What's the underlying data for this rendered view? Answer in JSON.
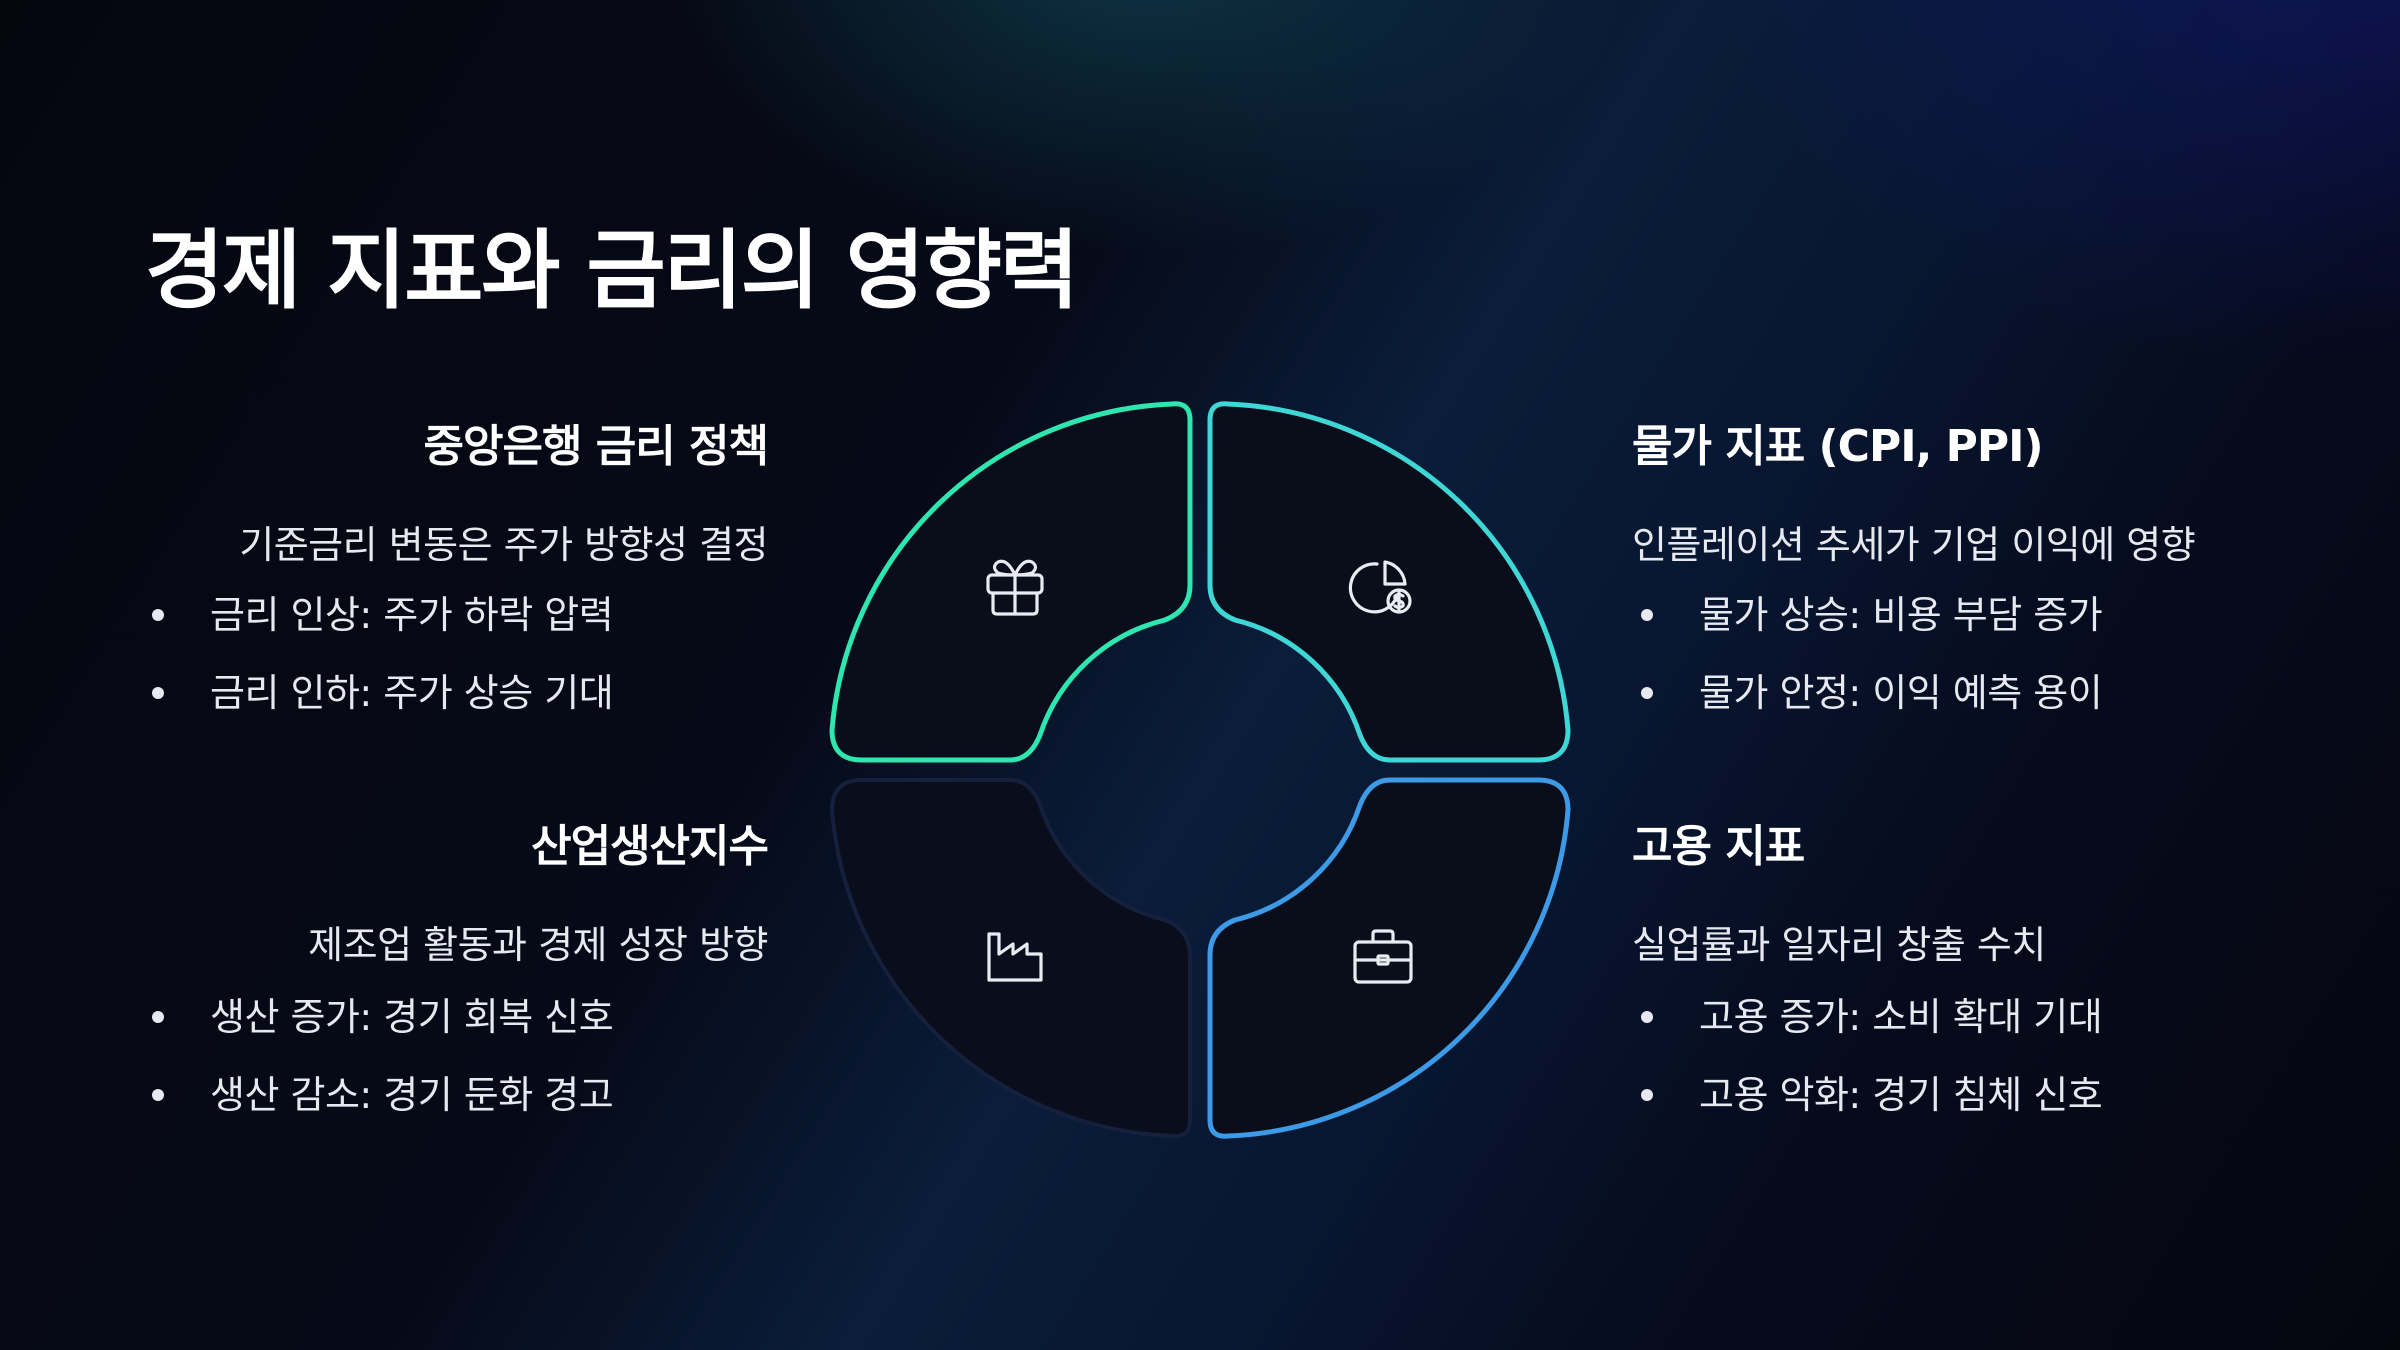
{
  "title": "경제 지표와 금리의 영향력",
  "sections": {
    "top_left": {
      "heading": "중앙은행 금리 정책",
      "desc": "기준금리 변동은 주가 방향성 결정",
      "bullets": [
        "금리 인상: 주가 하락 압력",
        "금리 인하: 주가 상승 기대"
      ]
    },
    "top_right": {
      "heading": "물가 지표 (CPI, PPI)",
      "desc": "인플레이션 추세가 기업 이익에 영향",
      "bullets": [
        "물가 상승: 비용 부담 증가",
        "물가 안정: 이익 예측 용이"
      ]
    },
    "bottom_left": {
      "heading": "산업생산지수",
      "desc": "제조업 활동과 경제 성장 방향",
      "bullets": [
        "생산 증가: 경기 회복 신호",
        "생산 감소: 경기 둔화 경고"
      ]
    },
    "bottom_right": {
      "heading": "고용 지표",
      "desc": "실업률과 일자리 창출 수치",
      "bullets": [
        "고용 증가: 소비 확대 기대",
        "고용 악화: 경기 침체 신호"
      ]
    }
  },
  "wheel": {
    "segments": [
      {
        "id": "top-left",
        "icon": "gift-icon",
        "stroke": "#2ee6b0"
      },
      {
        "id": "top-right",
        "icon": "pie-chart-dollar-icon",
        "stroke": "#3fd6d6"
      },
      {
        "id": "bottom-left",
        "icon": "factory-icon",
        "stroke": "#14203c"
      },
      {
        "id": "bottom-right",
        "icon": "briefcase-icon",
        "stroke": "#3c9ae6"
      }
    ]
  },
  "colors": {
    "background": "#05070f",
    "segment_fill": "#0a0d1a",
    "icon": "#e8ecf2"
  }
}
